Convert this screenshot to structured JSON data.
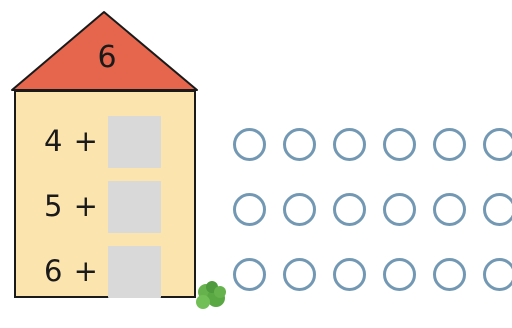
{
  "house": {
    "roof_number": "6",
    "rows": [
      {
        "label": "4 +",
        "counters": 6
      },
      {
        "label": "5 +",
        "counters": 6
      },
      {
        "label": "6 +",
        "counters": 6
      }
    ]
  },
  "colors": {
    "roof": "#e5664d",
    "wall": "#fce4ae",
    "answer_box": "#d9d9d9",
    "counter_outline": "#7398b4",
    "bush": "#66b34d"
  },
  "icons": [
    "bush-icon"
  ]
}
